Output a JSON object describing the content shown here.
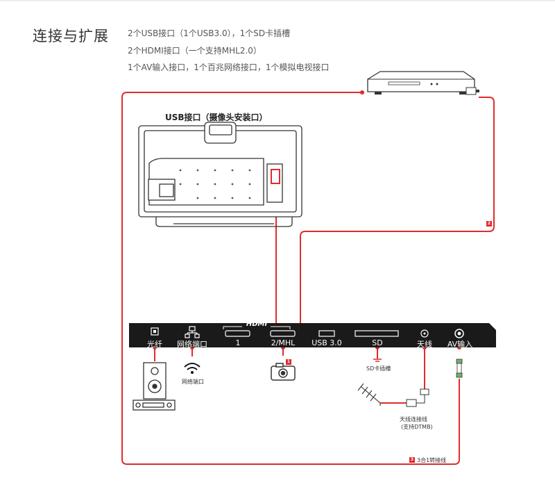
{
  "section": {
    "title": "连接与扩展",
    "specs": [
      "2个USB接口（1个USB3.0），1个SD卡插槽",
      "2个HDMI接口（一个支持MHL2.0）",
      "1个AV输入接口，1个百兆网络接口，1个模拟电视接口"
    ]
  },
  "diagram": {
    "tv_back_label": "USB接口（摄像头安装口）",
    "hdmi_group_label": "HDMI",
    "ports": [
      "光纤",
      "网络端口",
      "1",
      "2/MHL",
      "USB 3.0",
      "SD",
      "天线",
      "AV输入"
    ],
    "device_labels": {
      "network": "网络端口",
      "sd_slot": "SD卡插槽",
      "antenna_line_1": "天线连接线",
      "antenna_line_2": "(支持DTMB)",
      "av_cable": "3合1转接线"
    },
    "badges": {
      "camera": "1",
      "player": "2",
      "av": "3"
    },
    "colors": {
      "cable": "#e02b2b",
      "panel": "#1a1a1a",
      "outline": "#333333"
    }
  }
}
